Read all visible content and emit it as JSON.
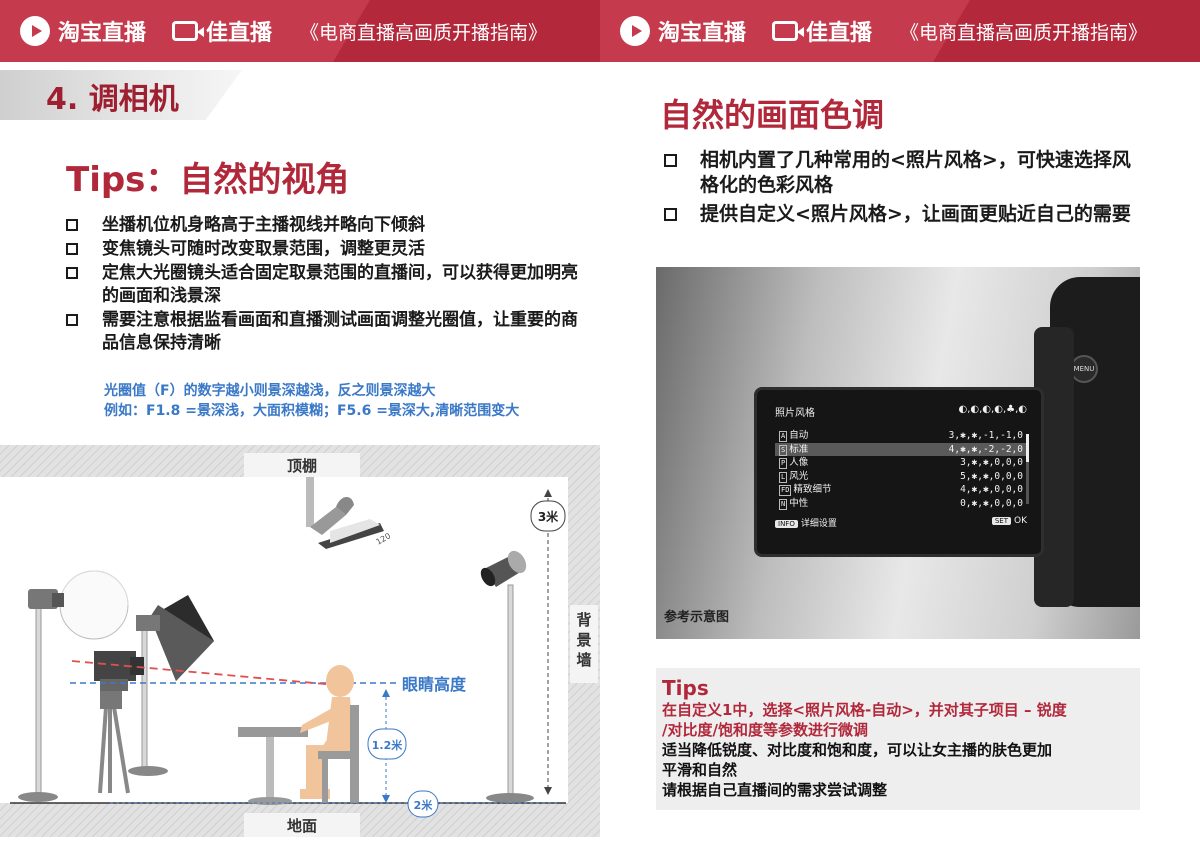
{
  "header": {
    "halves": [
      {
        "brand1": "淘宝直播",
        "brand2": "佳直播",
        "guide": "《电商直播高画质开播指南》"
      },
      {
        "brand1": "淘宝直播",
        "brand2": "佳直播",
        "guide": "《电商直播高画质开播指南》"
      }
    ]
  },
  "left": {
    "section_title": "4. 调相机",
    "tips_title": "Tips：自然的视角",
    "bullets": [
      "坐播机位机身略高于主播视线并略向下倾斜",
      "变焦镜头可随时改变取景范围，调整更灵活",
      "定焦大光圈镜头适合固定取景范围的直播间，可以获得更加明亮的画面和浅景深",
      "需要注意根据监看画面和直播测试画面调整光圈值，让重要的商品信息保持清晰"
    ],
    "note_lines": [
      "光圈值（F）的数字越小则景深越浅，反之则景深越大",
      "例如：F1.8 =景深浅，大面积模糊；F5.6 =景深大,清晰范围变大"
    ],
    "diagram": {
      "ceiling_label": "顶棚",
      "floor_label": "地面",
      "wall_label": "背景墙",
      "eye_label": "眼睛高度",
      "height_3m": "3米",
      "height_12m": "1.2米",
      "distance_2m": "2米",
      "angle_label": "120",
      "colors": {
        "wall": "#d4d4d4",
        "figure": "#f2c49b",
        "eye_line": "#3a78c8",
        "camera_line": "#e05050"
      }
    }
  },
  "right": {
    "title": "自然的画面色调",
    "bullets": [
      "相机内置了几种常用的<照片风格>，可快速选择风格化的色彩风格",
      "提供自定义<照片风格>，让画面更贴近自己的需要"
    ],
    "lcd": {
      "heading": "照片风格",
      "heading_icons": "◐,◐,◐,◐,♣,◐",
      "rows": [
        {
          "code": "A",
          "name": "自动",
          "values": "3,✱,✱,-1,-1,0",
          "selected": false
        },
        {
          "code": "S",
          "name": "标准",
          "values": "4,✱,✱,-2,-2,0",
          "selected": true
        },
        {
          "code": "P",
          "name": "人像",
          "values": "3,✱,✱,0,0,0",
          "selected": false
        },
        {
          "code": "L",
          "name": "风光",
          "values": "5,✱,✱,0,0,0",
          "selected": false
        },
        {
          "code": "FD",
          "name": "精致细节",
          "values": "4,✱,✱,0,0,0",
          "selected": false
        },
        {
          "code": "N",
          "name": "中性",
          "values": "0,✱,✱,0,0,0",
          "selected": false
        }
      ],
      "info_key": "INFO",
      "info_label": "详细设置",
      "set_key": "SET",
      "set_label": "OK"
    },
    "menu_button": "MENU",
    "photo_caption": "参考示意图",
    "tips": {
      "title": "Tips",
      "red_lines": [
        "在自定义1中，选择<照片风格-自动>，并对其子项目 – 锐度",
        "/对比度/饱和度等参数进行微调"
      ],
      "black_lines": [
        "适当降低锐度、对比度和饱和度，可以让女主播的肤色更加",
        "平滑和自然",
        "请根据自己直播间的需求尝试调整"
      ]
    }
  }
}
